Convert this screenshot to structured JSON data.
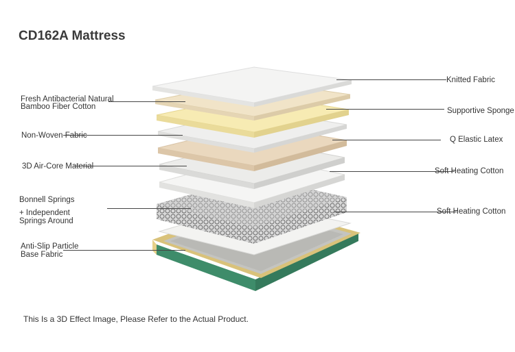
{
  "title": "CD162A Mattress",
  "labels_left": [
    "Fresh Antibacterial Natural",
    "Bamboo Fiber Cotton",
    "Non-Woven Fabric",
    "3D Air-Core Material",
    "Bonnell Springs",
    "+ Independent",
    "Springs Around",
    "Anti-Slip Particle",
    "Base Fabric"
  ],
  "labels_right": [
    "Knitted Fabric",
    "Supportive Sponge",
    "Q Elastic Latex",
    "Soft Heating Cotton",
    "Soft Heating Cotton"
  ],
  "note": "This Is a 3D Effect Image, Please Refer to the Actual Product.",
  "colors": {
    "fabric": "#ecebe8",
    "cream": "#efe1c4",
    "yellow": "#f6eab0",
    "latex": "#e9d6bc",
    "base_green": "#3e8c6a",
    "base_gold": "#d9c27a"
  }
}
